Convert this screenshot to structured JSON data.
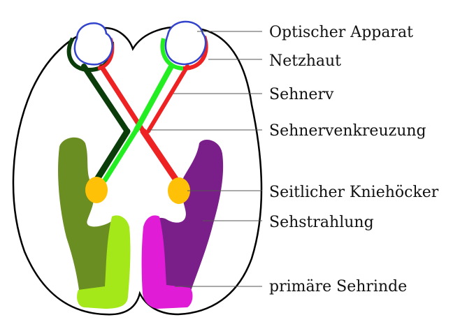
{
  "labels": {
    "optical_apparatus": "Optischer Apparat",
    "retina": "Netzhaut",
    "optic_nerve": "Sehnerv",
    "optic_chiasm": "Sehnervenkreuzung",
    "lateral_geniculate": "Seitlicher Kniehöcker",
    "optic_radiation": "Sehstrahlung",
    "primary_visual_cortex": "primäre Sehrinde"
  },
  "colors": {
    "eye_outline": "#3344cc",
    "left_field": "#22ee22",
    "right_field": "#ee2222",
    "dark_green": "#0b3d0b",
    "olive_radiation": "#6b8e23",
    "purple_radiation": "#7a1f8a",
    "lime_cortex": "#a4e81a",
    "magenta_cortex": "#e01cd6",
    "geniculate": "#ffc107",
    "brain_outline": "#000000"
  }
}
